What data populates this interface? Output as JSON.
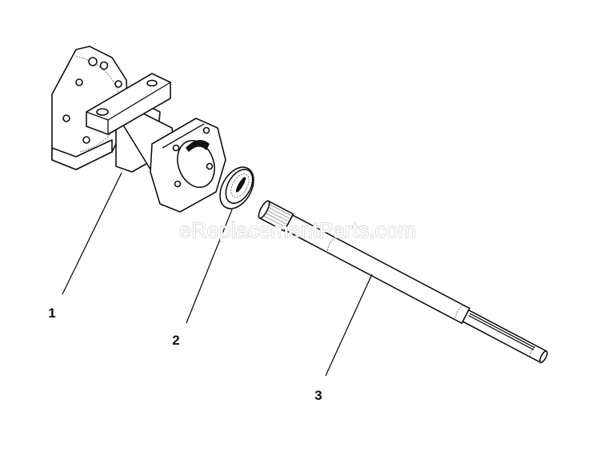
{
  "diagram": {
    "callouts": [
      {
        "id": 1,
        "label": "1",
        "part": "housing"
      },
      {
        "id": 2,
        "label": "2",
        "part": "seal"
      },
      {
        "id": 3,
        "label": "3",
        "part": "shaft"
      }
    ],
    "watermark": "eReplacementParts.com",
    "colors": {
      "line": "#111111",
      "watermark": "#c8c8c8"
    }
  }
}
